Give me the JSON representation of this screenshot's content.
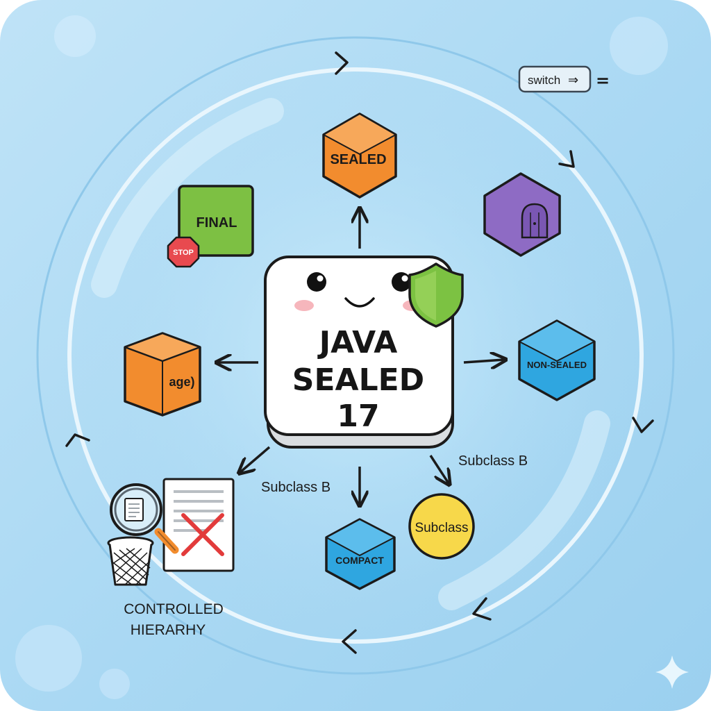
{
  "center": {
    "title_line1": "JAVA",
    "title_line2": "SEALED",
    "version": "17"
  },
  "nodes": {
    "sealed": "SEALED",
    "final": "FINAL",
    "stop": "STOP",
    "record": "age)",
    "non_sealed": "NON-SEALED",
    "compact": "COMPACT",
    "subclass": "Subclass"
  },
  "labels": {
    "subclass_left": "Subclass B",
    "subclass_right": "Subclass B",
    "controlled_line1": "CONTROLLED",
    "controlled_line2": "HIERARHY"
  },
  "switch_badge": {
    "text": "switch",
    "arrow": "⇒",
    "suffix": "="
  },
  "colors": {
    "background": "#a9d8f3",
    "sealed": "#f28c2e",
    "final": "#7dc043",
    "purple": "#8e6bc4",
    "non_sealed": "#2fa6e0",
    "compact": "#2fa6e0",
    "subclass": "#f7d84a",
    "record": "#f28c2e",
    "shield": "#7cc242",
    "stop": "#e84a4f",
    "cross": "#e23b3b"
  }
}
